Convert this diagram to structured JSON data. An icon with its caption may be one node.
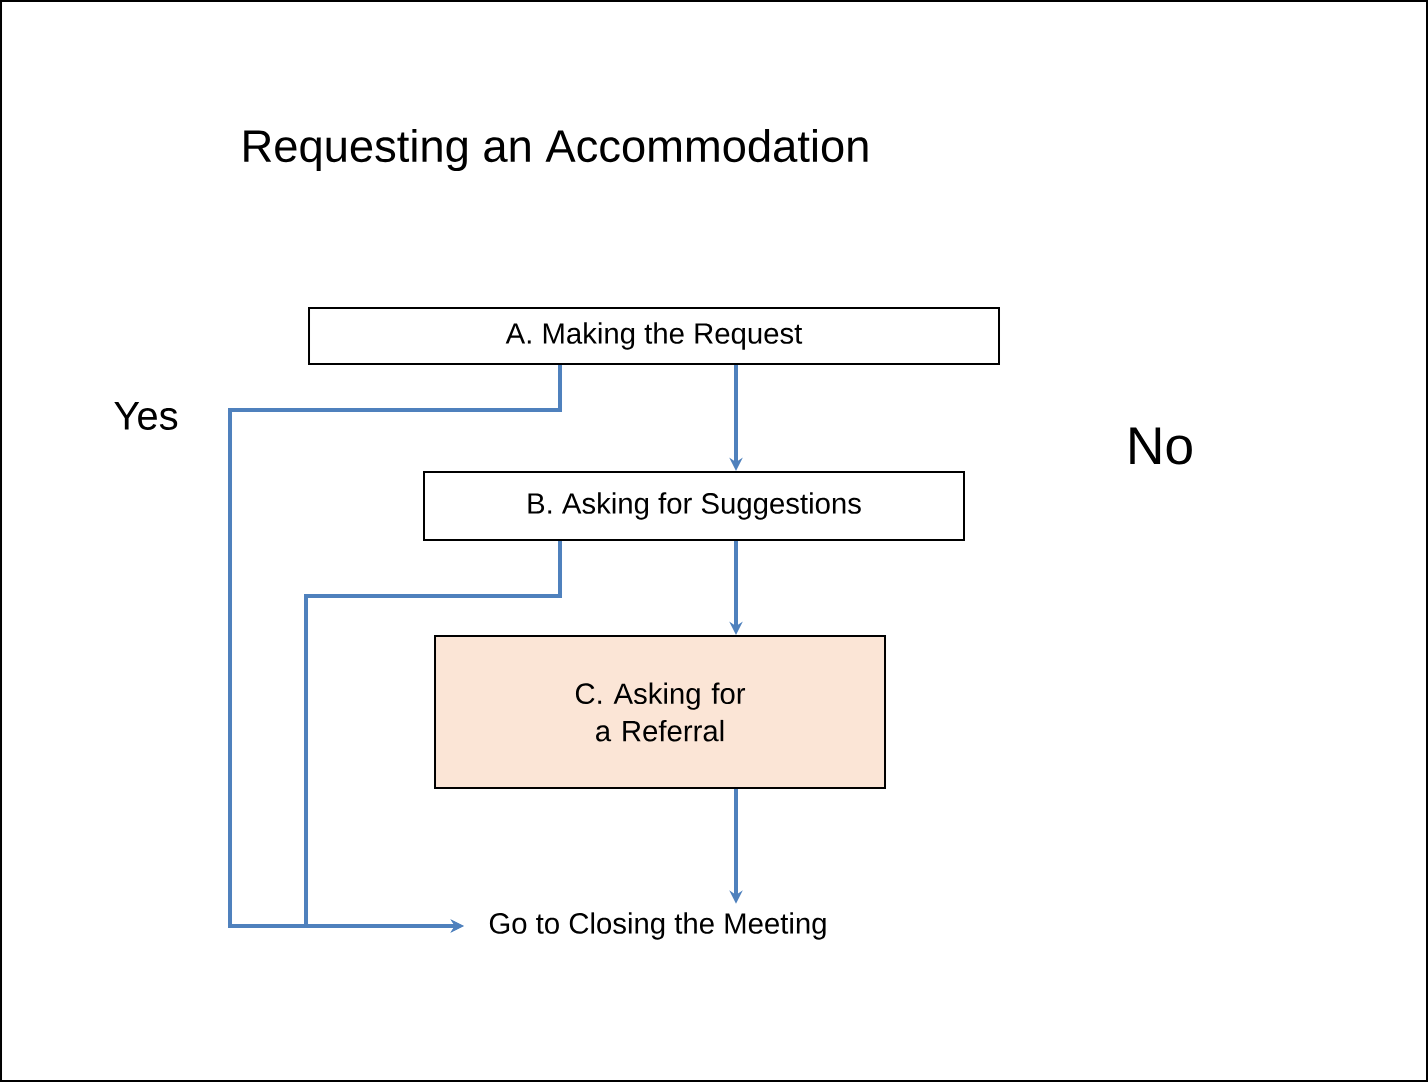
{
  "diagram": {
    "title": "Requesting an Accommodation",
    "nodes": [
      {
        "text": [
          "A. Making the Request"
        ]
      },
      {
        "text": [
          "B. Asking for Suggestions"
        ]
      },
      {
        "text": [
          "C. Asking for a Referral"
        ]
      },
      {
        "text": [
          "Go to Closing the Meeting"
        ]
      }
    ],
    "edges": [
      {
        "from": 0,
        "to": 1,
        "arrow": "to"
      },
      {
        "from": 1,
        "to": 2,
        "arrow": "to"
      },
      {
        "from": 2,
        "to": 3,
        "arrow": "to"
      },
      {
        "from": 0,
        "to": 3,
        "arrow": "to"
      },
      {
        "from": 1,
        "to": 3,
        "arrow": "to"
      }
    ],
    "labels": [
      "Yes",
      "No"
    ]
  }
}
